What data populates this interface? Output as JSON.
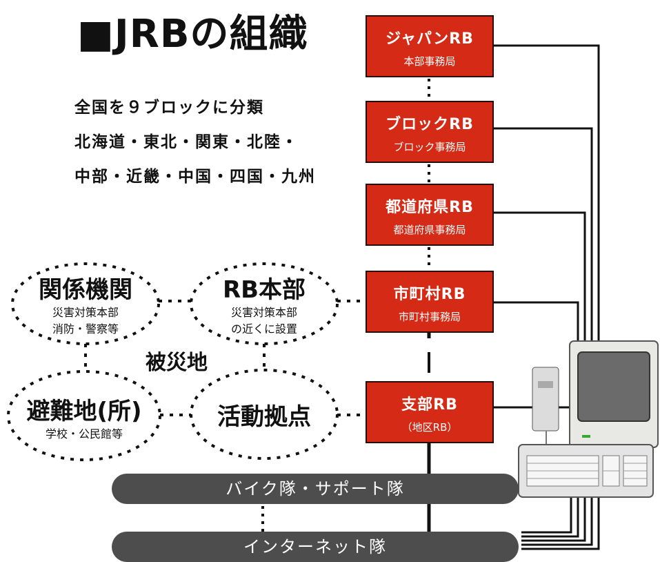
{
  "title": "■JRBの組織",
  "notes": [
    "全国を９ブロックに分類",
    "北海道・東北・関東・北陸・",
    "中部・近畿・中国・四国・九州"
  ],
  "hierarchy": [
    {
      "name": "ジャパンRB",
      "office": "本部事務局"
    },
    {
      "name": "ブロックRB",
      "office": "ブロック事務局"
    },
    {
      "name": "都道府県RB",
      "office": "都道府県事務局"
    },
    {
      "name": "市町村RB",
      "office": "市町村事務局"
    },
    {
      "name": "支部RB",
      "office": "（地区RB）"
    }
  ],
  "bubbles": {
    "agencies": {
      "title": "関係機関",
      "lines": [
        "災害対策本部",
        "消防・警察等"
      ]
    },
    "hq": {
      "title": "RB本部",
      "lines": [
        "災害対策本部",
        "の近くに設置"
      ]
    },
    "shelter": {
      "title": "避難地(所)",
      "lines": [
        "学校・公民館等"
      ]
    },
    "base": {
      "title": "活動拠点"
    }
  },
  "area_label": "被災地",
  "teams": [
    "バイク隊・サポート隊",
    "インターネット隊"
  ],
  "colors": {
    "box": "#d42a16",
    "pill": "#4d4d4d"
  }
}
